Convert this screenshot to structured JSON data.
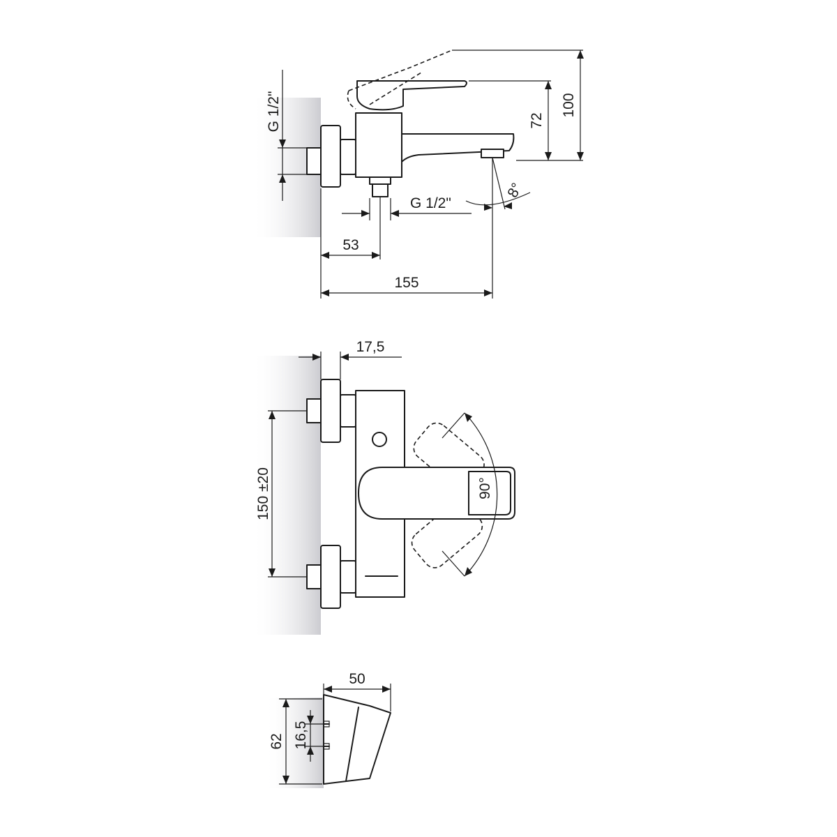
{
  "side_view": {
    "thread_inlet": "G 1/2\"",
    "thread_outlet": "G 1/2\"",
    "height_spout": "72",
    "height_total": "100",
    "spout_angle": "8°",
    "inlet_offset": "53",
    "total_depth": "155"
  },
  "front_view": {
    "flange_depth": "17,5",
    "inlet_spacing": "150 ±20",
    "lever_rotation": "90°"
  },
  "bracket_view": {
    "width": "50",
    "height": "62",
    "hole_spacing": "16,5"
  },
  "colors": {
    "line": "#1a1a1a",
    "wall_shade": "#cfcfd4"
  }
}
